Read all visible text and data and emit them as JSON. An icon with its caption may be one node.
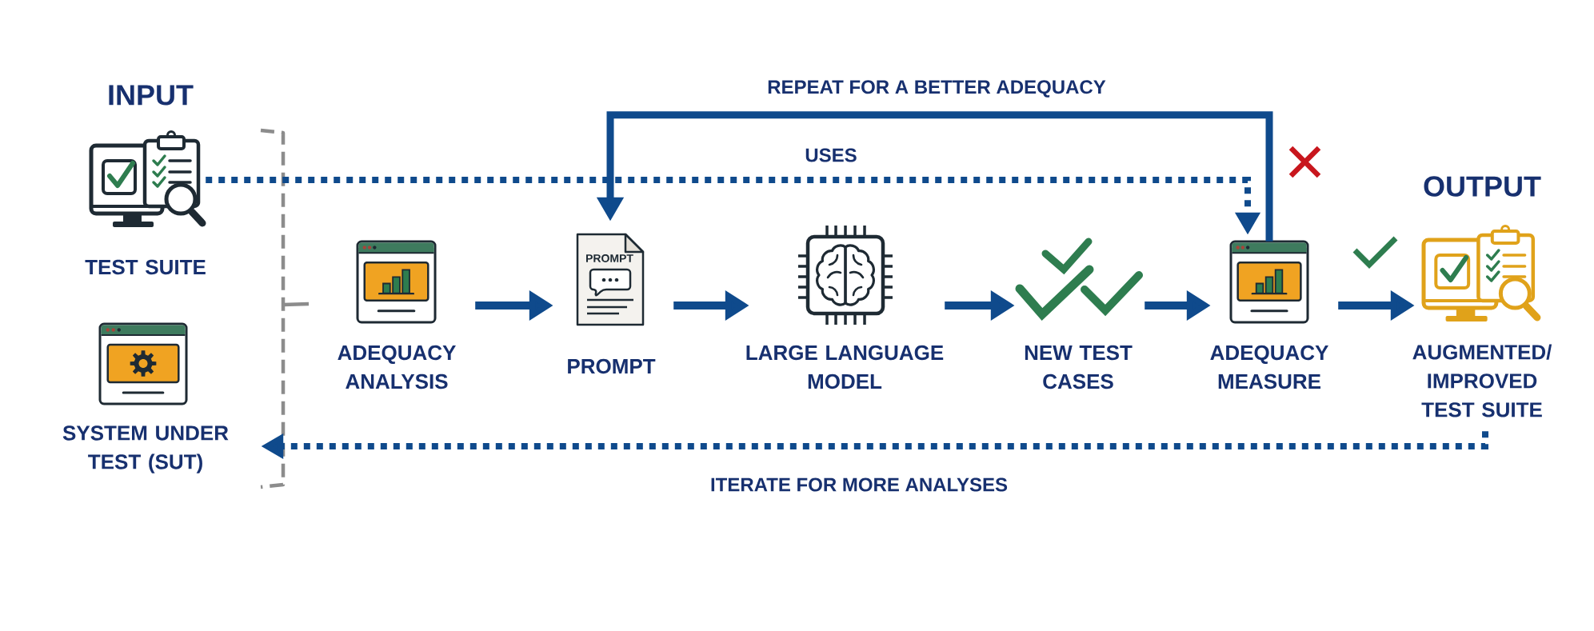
{
  "diagram": {
    "nodes": [
      {
        "text": [
          "TEST SUITE"
        ]
      },
      {
        "text": [
          "SYSTEM UNDER TEST (SUT)"
        ]
      },
      {
        "text": [
          "ADEQUACY ANALYSIS"
        ]
      },
      {
        "text": [
          "PROMPT",
          "PROMPT"
        ]
      },
      {
        "text": [
          "LARGE LANGUAGE MODEL"
        ]
      },
      {
        "text": [
          "NEW TEST CASES"
        ]
      },
      {
        "text": [
          "ADEQUACY MEASURE"
        ]
      },
      {
        "text": [
          "AUGMENTED/ IMPROVED TEST SUITE"
        ]
      }
    ],
    "edges": [
      {
        "from": 2,
        "to": 3,
        "arrow": "to"
      },
      {
        "from": 3,
        "to": 4,
        "arrow": "to"
      },
      {
        "from": 4,
        "to": 5,
        "arrow": "to"
      },
      {
        "from": 5,
        "to": 6,
        "arrow": "to"
      },
      {
        "from": 6,
        "to": 7,
        "arrow": "to"
      },
      {
        "from": 0,
        "to": 6,
        "arrow": "to",
        "label": "USES",
        "style": "dashed"
      },
      {
        "from": 6,
        "to": 3,
        "arrow": "to",
        "label": "REPEAT FOR A BETTER ADEQUACY"
      },
      {
        "from": 7,
        "to": 1,
        "arrow": "to",
        "label": "ITERATE FOR MORE ANALYSES",
        "style": "dashed"
      }
    ],
    "labels": [
      "INPUT",
      "OUTPUT"
    ]
  }
}
